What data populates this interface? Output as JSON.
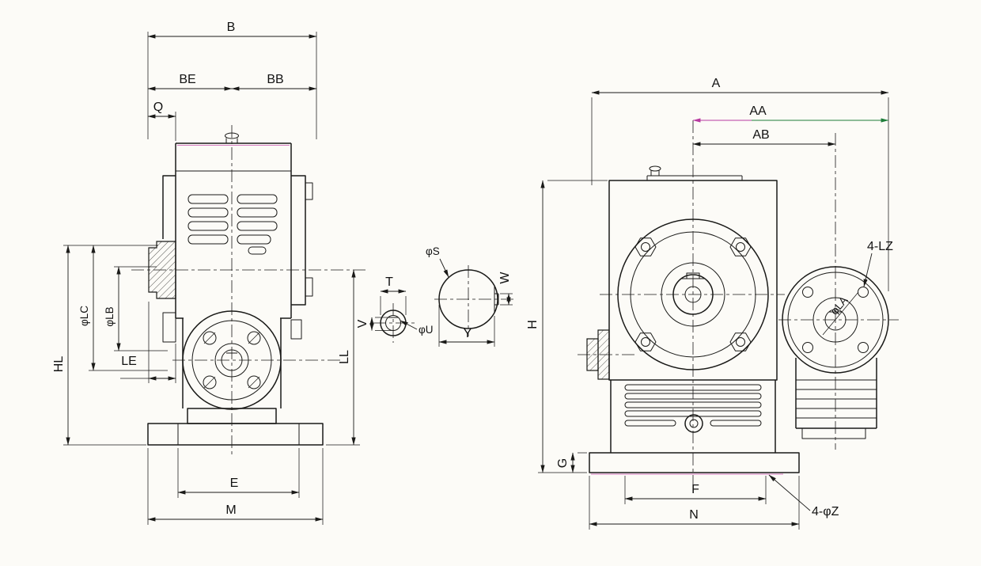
{
  "labels": {
    "front": {
      "b": "B",
      "be": "BE",
      "bb": "BB",
      "q": "Q",
      "phi_lc": "φLC",
      "phi_lb": "φLB",
      "le": "LE",
      "hl": "HL",
      "ll": "LL",
      "e": "E",
      "m": "M"
    },
    "shafts": {
      "t": "T",
      "v": "V",
      "phi_u": "φU",
      "phi_s": "φS",
      "w": "W",
      "y": "Y"
    },
    "side": {
      "a": "A",
      "aa": "AA",
      "ab": "AB",
      "h": "H",
      "g": "G",
      "f": "F",
      "n": "N",
      "lz": "4-LZ",
      "phi_la": "φLA",
      "z": "4-φZ"
    }
  },
  "colors": {
    "line": "#1a1a18",
    "background": "#fcfbf7",
    "dim_green": "#1e7d3a",
    "dim_magenta": "#b83aa0"
  }
}
